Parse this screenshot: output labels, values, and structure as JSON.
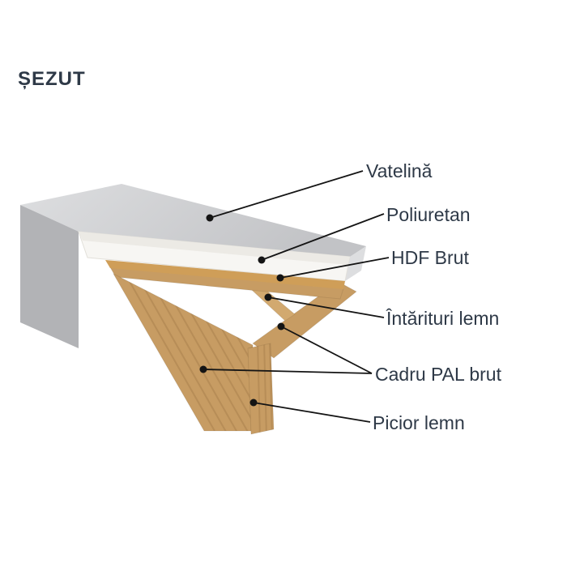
{
  "title": "ȘEZUT",
  "labels": [
    {
      "id": "vatelina",
      "text": "Vatelină"
    },
    {
      "id": "poliuretan",
      "text": "Poliuretan"
    },
    {
      "id": "hdf",
      "text": "HDF Brut"
    },
    {
      "id": "intarituri",
      "text": "Întărituri lemn"
    },
    {
      "id": "cadru",
      "text": "Cadru PAL brut"
    },
    {
      "id": "picior",
      "text": "Picior lemn"
    }
  ],
  "colors": {
    "text": "#2e3947",
    "arrow": "#141414",
    "fabric_gray": "#c2c3c6",
    "fabric_gray_light": "#dddee0",
    "fabric_gray_dark": "#b2b3b6",
    "foam_white": "#f7f6f3",
    "foam_shadow": "#eceae5",
    "hdf": "#cf9e58",
    "wood": "#c79c63",
    "wood_light": "#d2a96f",
    "wood_dark": "#a97f46"
  }
}
